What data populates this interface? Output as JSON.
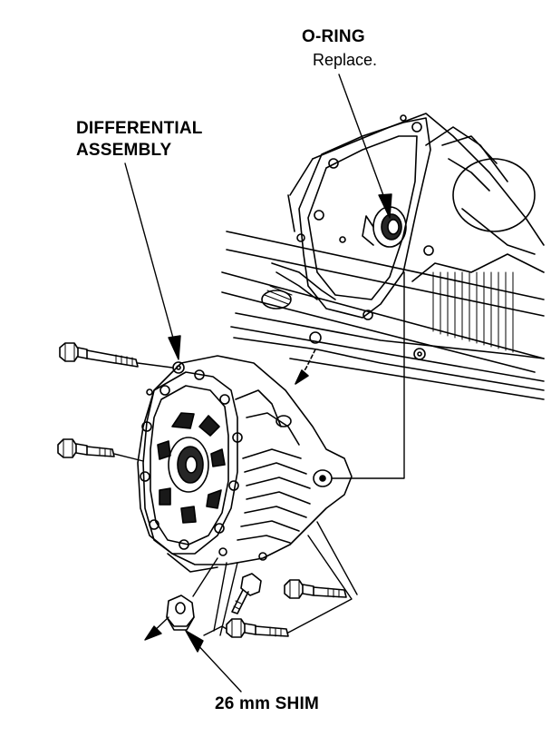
{
  "labels": {
    "oring_title": "O-RING",
    "oring_note": "Replace.",
    "differential_line1": "DIFFERENTIAL",
    "differential_line2": "ASSEMBLY",
    "shim": "26 mm SHIM"
  },
  "colors": {
    "ink": "#000000",
    "paper": "#ffffff"
  }
}
